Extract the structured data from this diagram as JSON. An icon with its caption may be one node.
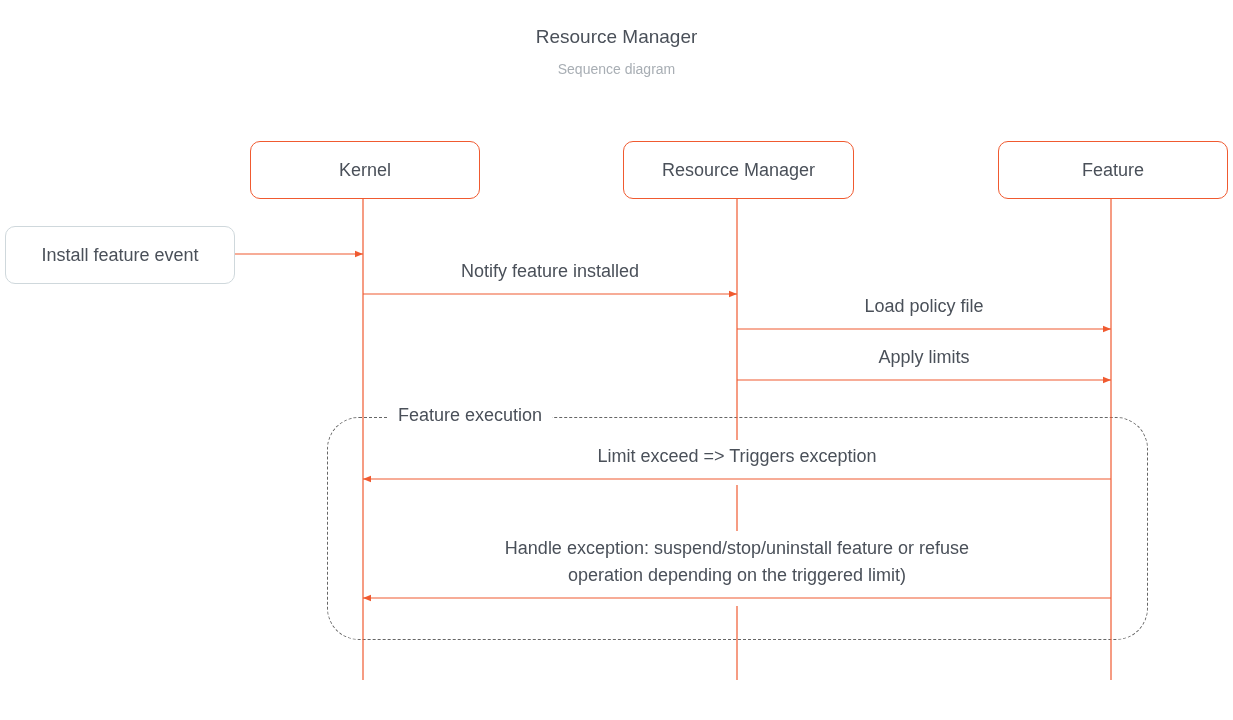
{
  "diagram": {
    "title": "Resource Manager",
    "caption": "Sequence diagram",
    "nodes": [
      {
        "text": [
          "Kernel"
        ]
      },
      {
        "text": [
          "Resource Manager"
        ]
      },
      {
        "text": [
          "Feature"
        ]
      },
      {
        "text": [
          "Install feature event"
        ]
      },
      {
        "text": [],
        "shape": "line"
      },
      {
        "text": [],
        "shape": "line"
      },
      {
        "text": [],
        "shape": "line"
      }
    ],
    "edges": [
      {
        "from": 3,
        "to": 4,
        "arrow": "to"
      },
      {
        "from": 4,
        "to": 5,
        "arrow": "to",
        "label": "Notify feature installed"
      },
      {
        "from": 5,
        "to": 6,
        "arrow": "to",
        "label": "Load policy file"
      },
      {
        "from": 5,
        "to": 6,
        "arrow": "to",
        "label": "Apply limits"
      },
      {
        "from": 6,
        "to": 4,
        "arrow": "to",
        "label": "Limit exceed => Triggers exception"
      },
      {
        "from": 6,
        "to": 4,
        "arrow": "to",
        "label": "Handle exception: suspend/stop/uninstall feature or refuse operation depending on the triggered limit)"
      }
    ],
    "labels": [
      "Feature execution"
    ]
  }
}
